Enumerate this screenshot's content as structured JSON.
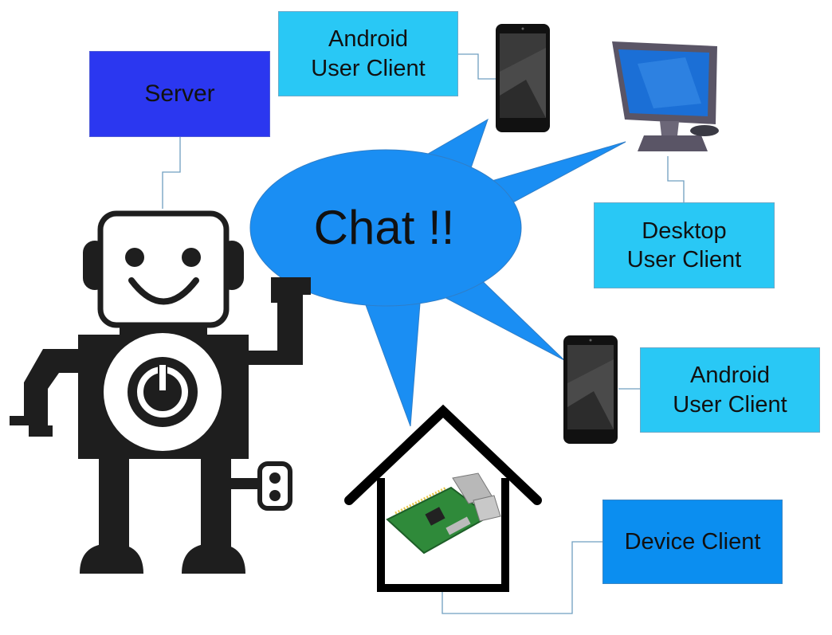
{
  "diagram": {
    "server_label": "Server",
    "chat_label": "Chat !!",
    "android_client_top": [
      "Android",
      "User Client"
    ],
    "desktop_client": [
      "Desktop",
      "User Client"
    ],
    "android_client_right": [
      "Android",
      "User Client"
    ],
    "device_client_label": "Device Client"
  },
  "colors": {
    "server_box": "#2b37f0",
    "client_box": "#29c8f5",
    "device_box": "#0b8ef0",
    "bubble": "#1a8ef3",
    "connector": "#6f9fc0",
    "robot": "#1e1e1e"
  }
}
